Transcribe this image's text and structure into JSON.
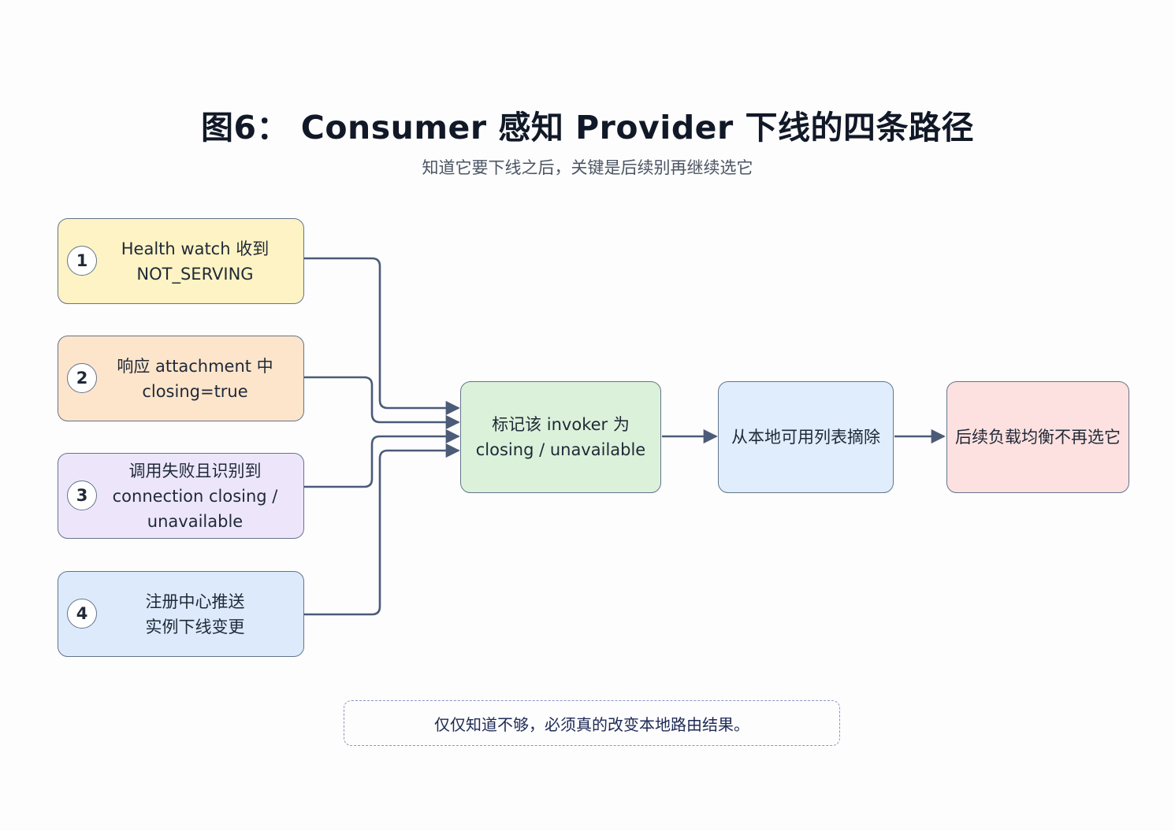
{
  "header": {
    "title": "图6： Consumer 感知 Provider 下线的四条路径",
    "subtitle": "知道它要下线之后，关键是后续别再继续选它"
  },
  "sources": [
    {
      "number": "1",
      "label": "Health watch 收到\nNOT_SERVING",
      "fill": "#fdf3c4"
    },
    {
      "number": "2",
      "label": "响应 attachment 中\nclosing=true",
      "fill": "#fde5cc"
    },
    {
      "number": "3",
      "label": "调用失败且识别到\nconnection closing /\nunavailable",
      "fill": "#ede6fb"
    },
    {
      "number": "4",
      "label": "注册中心推送\n实例下线变更",
      "fill": "#dceafb"
    }
  ],
  "steps": [
    {
      "label": "标记该 invoker 为\nclosing / unavailable",
      "fill": "#dcf1da"
    },
    {
      "label": "从本地可用列表摘除",
      "fill": "#e0edfc"
    },
    {
      "label": "后续负载均衡不再选它",
      "fill": "#fde1e0"
    }
  ],
  "note": "仅仅知道不够，必须真的改变本地路由结果。",
  "colors": {
    "edge": "#4b5b78",
    "border": "#64748b",
    "note_border": "#8b93c8"
  }
}
